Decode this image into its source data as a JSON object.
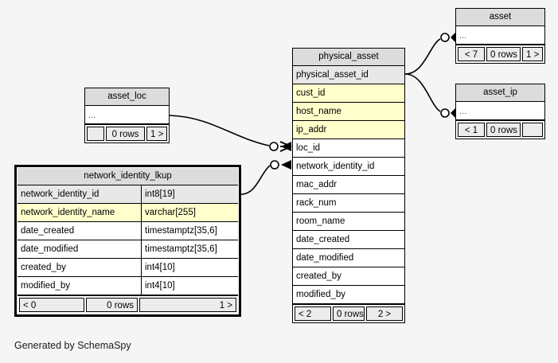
{
  "diagram": {
    "generator_credit": "Generated by SchemaSpy",
    "background_color": "#f5f5f5",
    "header_color": "#dcdcdc",
    "pk_row_color": "#e8e8e8",
    "fk_row_color": "#ffffcc",
    "line_color": "#000000"
  },
  "tables": {
    "physical_asset": {
      "title": "physical_asset",
      "rows": [
        {
          "name": "physical_asset_id",
          "type": "",
          "kind": "pk"
        },
        {
          "name": "cust_id",
          "type": "",
          "kind": "fk"
        },
        {
          "name": "host_name",
          "type": "",
          "kind": "fk"
        },
        {
          "name": "ip_addr",
          "type": "",
          "kind": "fk"
        },
        {
          "name": "loc_id",
          "type": "",
          "kind": "plain"
        },
        {
          "name": "network_identity_id",
          "type": "",
          "kind": "plain"
        },
        {
          "name": "mac_addr",
          "type": "",
          "kind": "plain"
        },
        {
          "name": "rack_num",
          "type": "",
          "kind": "plain"
        },
        {
          "name": "room_name",
          "type": "",
          "kind": "plain"
        },
        {
          "name": "date_created",
          "type": "",
          "kind": "plain"
        },
        {
          "name": "date_modified",
          "type": "",
          "kind": "plain"
        },
        {
          "name": "created_by",
          "type": "",
          "kind": "plain"
        },
        {
          "name": "modified_by",
          "type": "",
          "kind": "plain"
        }
      ],
      "footer": {
        "left": "< 2",
        "middle": "0 rows",
        "right": "2 >"
      }
    },
    "network_identity_lkup": {
      "title": "network_identity_lkup",
      "focal": true,
      "rows": [
        {
          "name": "network_identity_id",
          "type": "int8[19]",
          "kind": "pk"
        },
        {
          "name": "network_identity_name",
          "type": "varchar[255]",
          "kind": "fk"
        },
        {
          "name": "date_created",
          "type": "timestamptz[35,6]",
          "kind": "plain"
        },
        {
          "name": "date_modified",
          "type": "timestamptz[35,6]",
          "kind": "plain"
        },
        {
          "name": "created_by",
          "type": "int4[10]",
          "kind": "plain"
        },
        {
          "name": "modified_by",
          "type": "int4[10]",
          "kind": "plain"
        }
      ],
      "footer": {
        "left": "< 0",
        "middle": "0 rows",
        "right": "1 >"
      }
    },
    "asset_loc": {
      "title": "asset_loc",
      "rows": [
        {
          "name": "...",
          "type": "",
          "kind": "ellipsis"
        }
      ],
      "footer": {
        "left": "",
        "middle": "0 rows",
        "right": "1 >"
      }
    },
    "asset": {
      "title": "asset",
      "rows": [
        {
          "name": "...",
          "type": "",
          "kind": "ellipsis"
        }
      ],
      "footer": {
        "left": "< 7",
        "middle": "0 rows",
        "right": "1 >"
      }
    },
    "asset_ip": {
      "title": "asset_ip",
      "rows": [
        {
          "name": "...",
          "type": "",
          "kind": "ellipsis"
        }
      ],
      "footer": {
        "left": "< 1",
        "middle": "0 rows",
        "right": ""
      }
    }
  },
  "relationships": [
    {
      "from": "asset_loc",
      "to": "physical_asset.loc_id",
      "cardinality": "zero-or-many"
    },
    {
      "from": "network_identity_lkup.network_identity_id",
      "to": "physical_asset.network_identity_id",
      "cardinality": "zero-or-many"
    },
    {
      "from": "physical_asset.physical_asset_id",
      "to": "asset",
      "cardinality": "zero-or-many"
    },
    {
      "from": "physical_asset.physical_asset_id",
      "to": "asset_ip",
      "cardinality": "zero-or-many"
    }
  ]
}
